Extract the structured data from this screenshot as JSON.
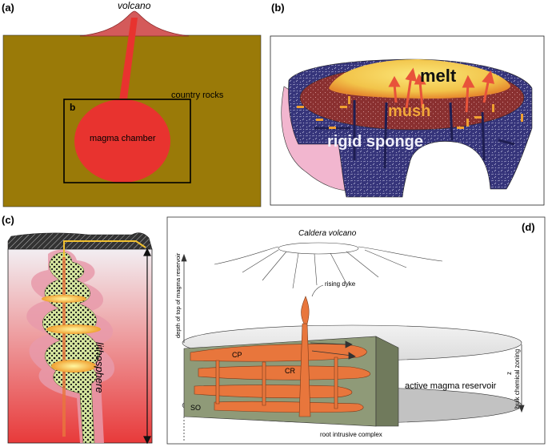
{
  "panel_a": {
    "label": "(a)",
    "volcano": "volcano",
    "box_label": "b",
    "country_rocks": "country rocks",
    "magma_chamber": "magma chamber"
  },
  "panel_b": {
    "label": "(b)",
    "melt": "melt",
    "mush": "mush",
    "rigid_sponge": "rigid sponge"
  },
  "panel_c": {
    "label": "(c)",
    "lithosphere": "lithosphere"
  },
  "panel_d": {
    "label": "(d)",
    "caldera": "Caldera volcano",
    "rising_dyke": "rising dyke",
    "depth_axis": "depth of top of magma reservoir",
    "cp": "CP",
    "cr": "CR",
    "so": "SO",
    "active_reservoir": "active magma reservoir",
    "z": "z",
    "zoning": "bulk chemical zoning",
    "root": "root intrusive complex"
  },
  "colors": {
    "country_rock": "#9a7a08",
    "magma": "#e8332f",
    "volcano": "#d45a5a",
    "sponge": "#35347a",
    "mush": "#8a3030",
    "melt": "#f2c44a",
    "pink": "#f2b6cf",
    "dyke_orange": "#e8763c"
  }
}
